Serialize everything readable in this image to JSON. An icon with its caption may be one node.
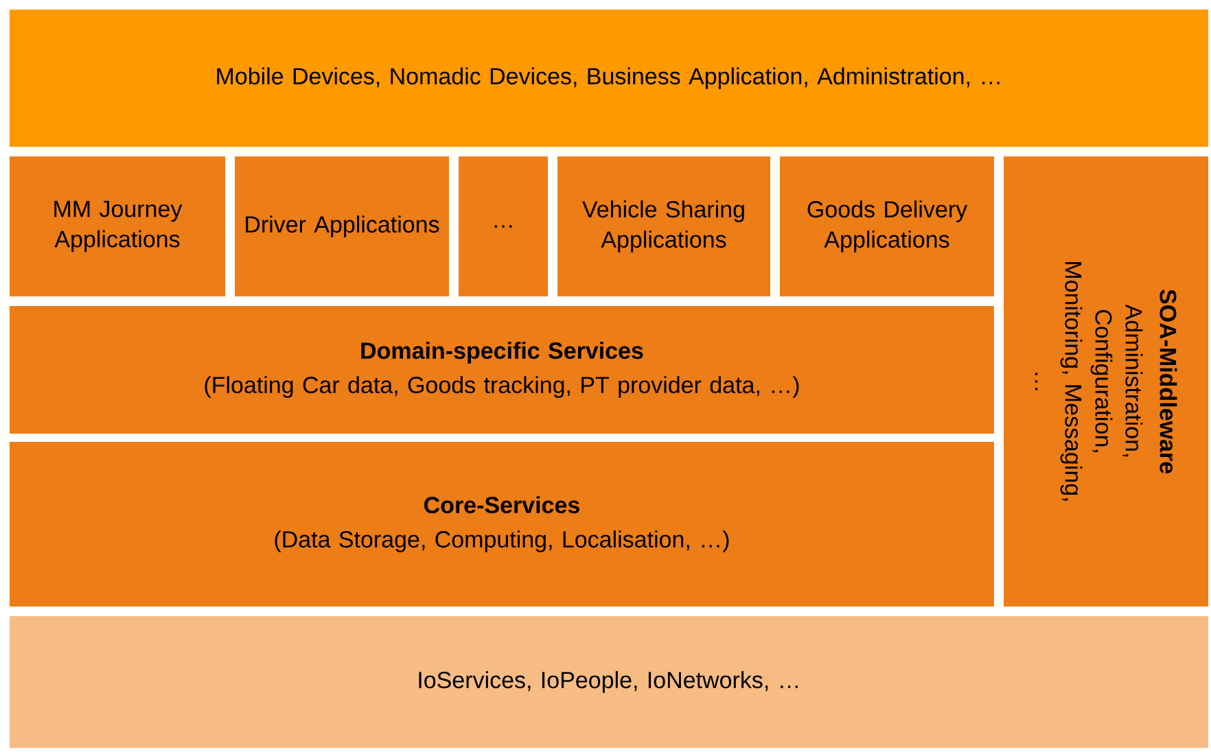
{
  "diagram": {
    "nodes": [
      {
        "text": [
          "Mobile Devices, Nomadic Devices, Business Application, Administration, …"
        ]
      },
      {
        "text": [
          "MM Journey Applications"
        ]
      },
      {
        "text": [
          "Driver Applications"
        ]
      },
      {
        "text": [
          "…"
        ]
      },
      {
        "text": [
          "Vehicle Sharing Applications"
        ]
      },
      {
        "text": [
          "Goods Delivery Applications"
        ]
      },
      {
        "text": [
          "Domain-specific Services",
          "(Floating Car data, Goods tracking, PT provider data, …)"
        ]
      },
      {
        "text": [
          "Core-Services",
          "(Data Storage, Computing, Localisation, …)"
        ]
      },
      {
        "text": [
          "SOA-Middleware",
          "Administration, Configuration, Monitoring, Messaging, …"
        ]
      },
      {
        "text": [
          "IoServices, IoPeople, IoNetworks, …"
        ]
      }
    ]
  }
}
